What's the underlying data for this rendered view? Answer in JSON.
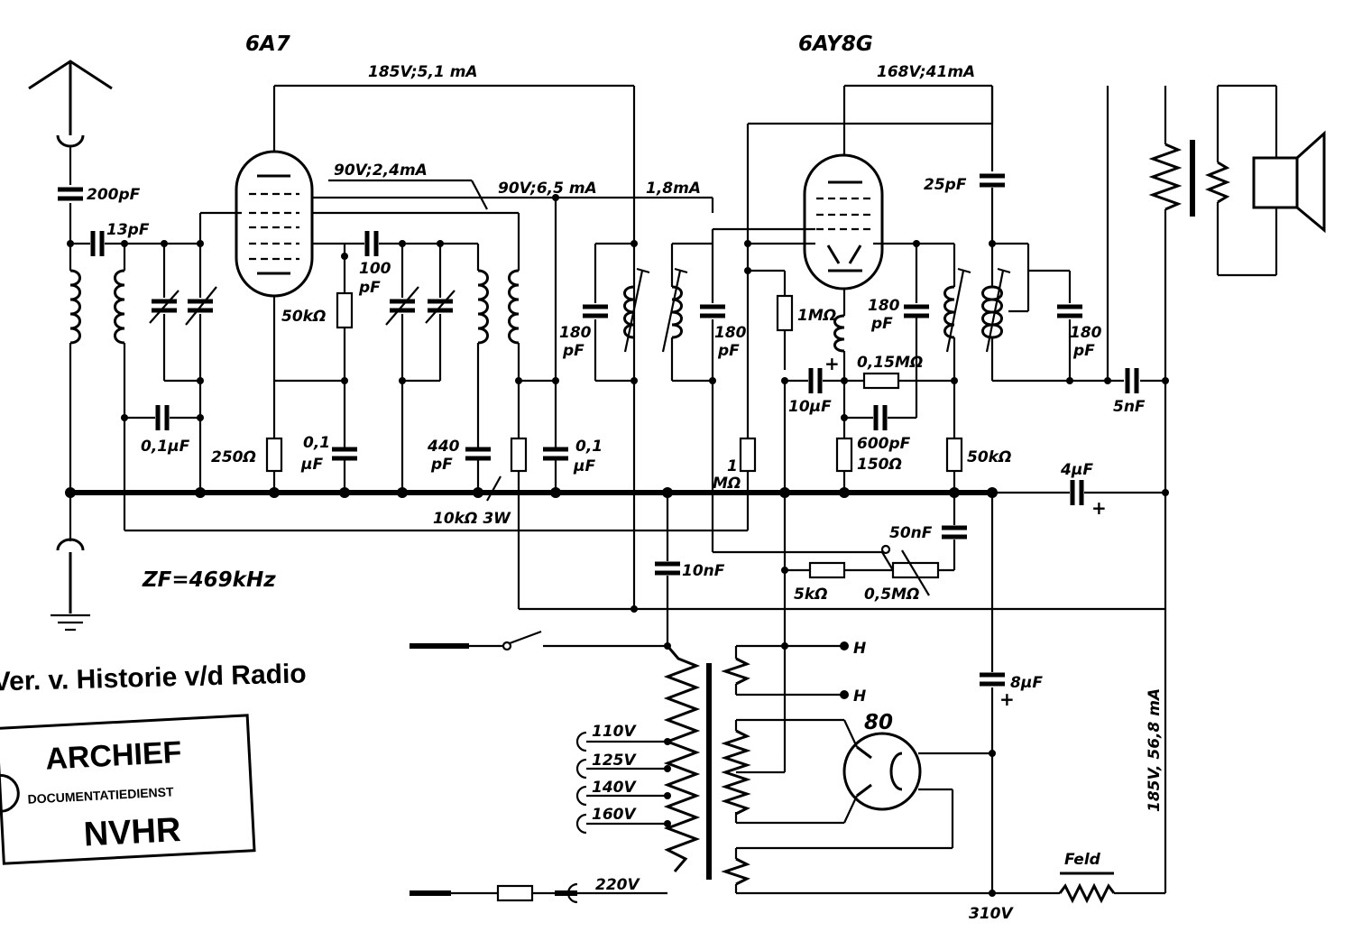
{
  "tubes": {
    "t1": "6A7",
    "t2": "6AY8G",
    "rect": "80"
  },
  "currents": {
    "c1": "185V;5,1 mA",
    "c2": "90V;2,4mA",
    "c3": "90V;6,5 mA",
    "c4": "1,8mA",
    "c5": "168V;41mA",
    "c6": "185V, 56,8 mA"
  },
  "caps": {
    "c200": "200pF",
    "c13": "13pF",
    "c01a": "0,1μF",
    "c100a": "100",
    "c100b": "pF",
    "c01b_1": "0,1",
    "c01b_2": "μF",
    "c440_1": "440",
    "c440_2": "pF",
    "c01c_1": "0,1",
    "c01c_2": "μF",
    "c180a_1": "180",
    "c180a_2": "pF",
    "c180b_1": "180",
    "c180b_2": "pF",
    "c180c_1": "180",
    "c180c_2": "pF",
    "c180d_1": "180",
    "c180d_2": "pF",
    "c25": "25pF",
    "c10u": "10μF",
    "c600": "600pF",
    "c5n": "5nF",
    "c4u": "4μF",
    "c50n": "50nF",
    "c10n": "10nF",
    "c8u": "8μF"
  },
  "resistors": {
    "r50k": "50kΩ",
    "r250": "250Ω",
    "r10k": "10kΩ 3W",
    "r1m_1": "1",
    "r1m_2": "MΩ",
    "r1mb": "1MΩ",
    "r015": "0,15MΩ",
    "r150": "150Ω",
    "r50kb": "50kΩ",
    "r5k": "5kΩ",
    "r05": "0,5MΩ",
    "feld": "Feld"
  },
  "mains": {
    "v110": "110V",
    "v125": "125V",
    "v140": "140V",
    "v160": "160V",
    "v220": "220V",
    "v310": "310V",
    "h1": "H",
    "h2": "H"
  },
  "zf": "ZF=469kHz",
  "plus1": "+",
  "plus2": "+",
  "plus3": "+",
  "stamp": {
    "header": "Ver. v. Historie v/d Radio",
    "line1": "ARCHIEF",
    "line2": "DOCUMENTATIEDIENST",
    "line3": "NVHR"
  }
}
